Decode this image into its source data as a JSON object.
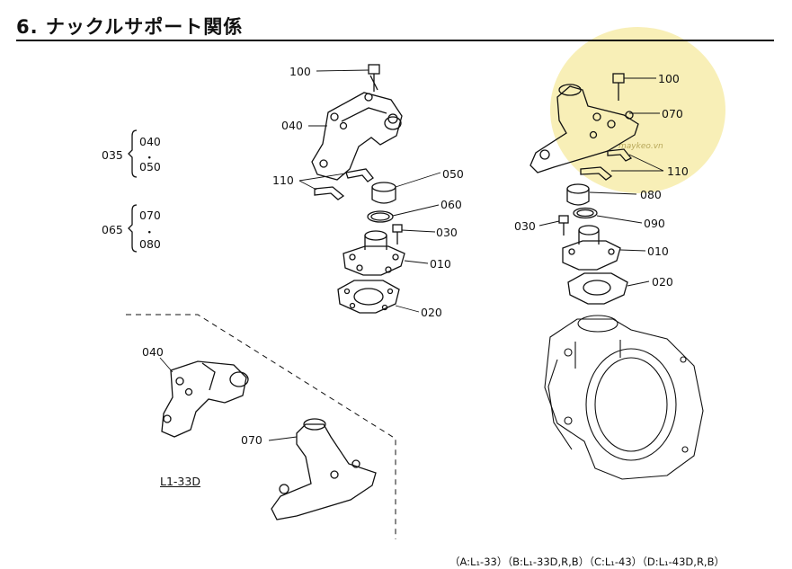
{
  "title": "6. ナックルサポート関係",
  "watermark_text": "maykeo.vn",
  "variant_label": "L1-33D",
  "footer_note": "（A:L₁-33）（B:L₁-33D,R,B）（C:L₁-43）（D:L₁-43D,R,B）",
  "groups": [
    {
      "id": "035",
      "parts": [
        "040",
        "050"
      ],
      "dot": "・"
    },
    {
      "id": "065",
      "parts": [
        "070",
        "080"
      ],
      "dot": "・"
    }
  ],
  "left_assembly_labels": [
    "100",
    "040",
    "110",
    "050",
    "060",
    "030",
    "010",
    "020"
  ],
  "right_assembly_labels": [
    "100",
    "070",
    "110",
    "080",
    "030",
    "090",
    "010",
    "020"
  ],
  "inset_labels": [
    "040",
    "070"
  ],
  "colors": {
    "ink": "#111111",
    "watermark": "#f7ecaa"
  }
}
